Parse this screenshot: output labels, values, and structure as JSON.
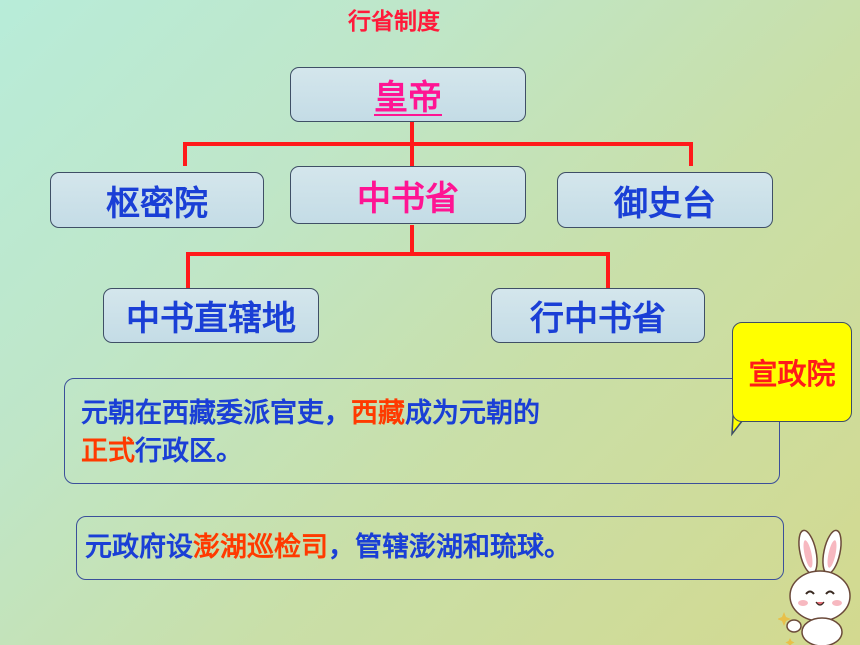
{
  "caption": "行省制度",
  "nodes": {
    "emperor": "皇帝",
    "privy_council": "枢密院",
    "secretariat": "中书省",
    "censorate": "御史台",
    "capital_region": "中书直辖地",
    "branch_secretariat": "行中书省"
  },
  "callout": "宣政院",
  "tibet_note": {
    "part1": "元朝在西藏委派官吏，",
    "part2": "西藏",
    "part3": "成为元朝的",
    "part4": "正式",
    "part5": "行政区。"
  },
  "penghu_note": {
    "part1": "元政府设",
    "part2": "澎湖巡检司",
    "part3": "，管辖澎湖和琉球。"
  },
  "colors": {
    "blue_text": "#1a3fd6",
    "magenta_text": "#ff1493",
    "red_text": "#ff1a1a",
    "orange_red_text": "#ff3a00",
    "connector": "#ff1a1a",
    "callout_fill": "#ffff00"
  },
  "decoration": "bunny-mascot"
}
